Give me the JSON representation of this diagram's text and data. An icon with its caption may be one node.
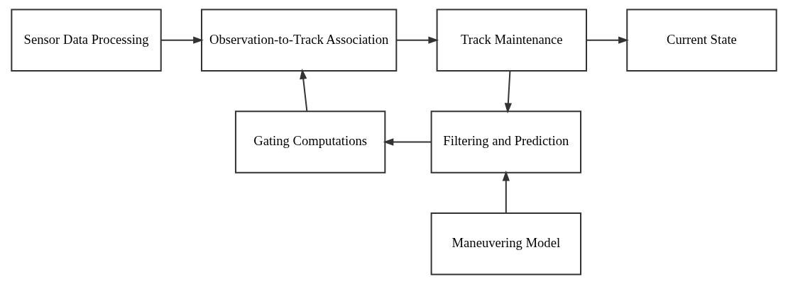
{
  "diagram": {
    "nodes": [
      {
        "text": [
          "Sensor Data Processing"
        ]
      },
      {
        "text": [
          "Observation-to-Track Association"
        ]
      },
      {
        "text": [
          "Track Maintenance"
        ]
      },
      {
        "text": [
          "Current State"
        ]
      },
      {
        "text": [
          "Gating Computations"
        ]
      },
      {
        "text": [
          "Filtering and Prediction"
        ]
      },
      {
        "text": [
          "Maneuvering Model"
        ]
      }
    ],
    "edges": [
      {
        "from": 0,
        "to": 1,
        "arrow": "to"
      },
      {
        "from": 1,
        "to": 2,
        "arrow": "to"
      },
      {
        "from": 2,
        "to": 3,
        "arrow": "to"
      },
      {
        "from": 2,
        "to": 5,
        "arrow": "to"
      },
      {
        "from": 5,
        "to": 4,
        "arrow": "to"
      },
      {
        "from": 4,
        "to": 1,
        "arrow": "to"
      },
      {
        "from": 6,
        "to": 5,
        "arrow": "to"
      }
    ]
  }
}
